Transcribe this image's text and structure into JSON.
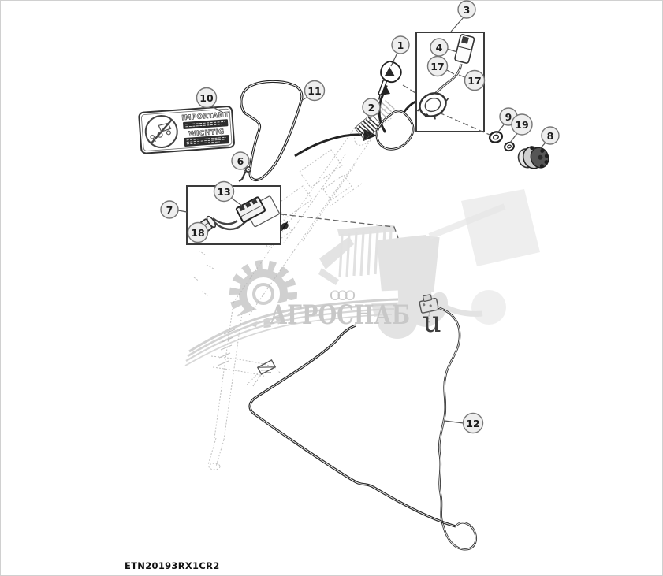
{
  "page": {
    "drawing_code": "ETN20193RX1CR2"
  },
  "watermark": {
    "org_form": "ООО",
    "brand": "АГРОСНАБ",
    "stray_letter": "u"
  },
  "warning_label": {
    "heading_en": "IMPORTANT",
    "heading_de": "WICHTIG"
  },
  "callouts": [
    {
      "num": "1"
    },
    {
      "num": "2"
    },
    {
      "num": "3"
    },
    {
      "num": "4"
    },
    {
      "num": "6"
    },
    {
      "num": "7"
    },
    {
      "num": "8"
    },
    {
      "num": "9"
    },
    {
      "num": "10"
    },
    {
      "num": "11"
    },
    {
      "num": "12"
    },
    {
      "num": "13"
    },
    {
      "num": "17"
    },
    {
      "num": "17"
    },
    {
      "num": "18"
    },
    {
      "num": "19"
    }
  ],
  "colors": {
    "line_art": "#2a2a2a",
    "balloon_fill": "#eeeeee",
    "balloon_stroke": "#777777",
    "watermark_gray": "#c9c9c9",
    "detail_box_stroke": "#3a3a3a"
  }
}
